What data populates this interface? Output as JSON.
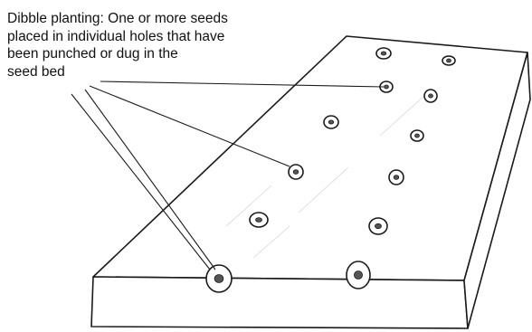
{
  "caption": {
    "lines": [
      "Dibble planting: One or more seeds",
      "placed in individual holes that have",
      "been punched or dug in the",
      "seed bed"
    ]
  },
  "diagram": {
    "stroke_color": "#1a1a1a",
    "background_color": "#ffffff"
  }
}
